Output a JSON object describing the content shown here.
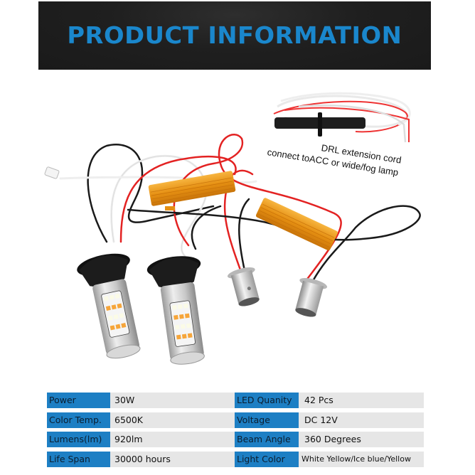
{
  "header": {
    "title": "PRODUCT INFORMATION",
    "background_color": "#1f1f1f",
    "title_color": "#1a87cc"
  },
  "product_image": {
    "description": "Two LED turn signal bulbs with black twist sockets, two gold load resistors, two BA15S metal bases, wiring and a DRL extension cord",
    "annotations": [
      {
        "text": "DRL extension cord"
      },
      {
        "text": "connect toACC or wide/fog lamp"
      }
    ]
  },
  "specs": {
    "label_color": "#1d7fc4",
    "row_color": "#e6e6e6",
    "rows": [
      {
        "left_label": "Power",
        "left_value": "30W",
        "right_label": "LED Quanity",
        "right_value": "42 Pcs"
      },
      {
        "left_label": "Color Temp.",
        "left_value": "6500K",
        "right_label": "Voltage",
        "right_value": "DC 12V"
      },
      {
        "left_label": "Lumens(lm)",
        "left_value": "920lm",
        "right_label": "Beam Angle",
        "right_value": "360 Degrees"
      },
      {
        "left_label": "Life Span",
        "left_value": "30000 hours",
        "right_label": "Light Color",
        "right_value": "White Yellow/Ice blue/Yellow"
      }
    ]
  }
}
